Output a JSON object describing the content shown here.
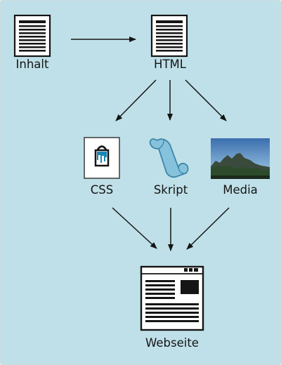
{
  "colors": {
    "background": "#bfe0e8",
    "ink": "#151515",
    "scroll_fill": "#86c2dc",
    "scroll_stroke": "#3d86a9"
  },
  "nodes": {
    "inhalt": {
      "label": "Inhalt",
      "icon": "document-icon"
    },
    "html": {
      "label": "HTML",
      "icon": "document-icon"
    },
    "css": {
      "label": "CSS",
      "icon": "paint-bucket-icon"
    },
    "skript": {
      "label": "Skript",
      "icon": "scroll-icon"
    },
    "media": {
      "label": "Media",
      "icon": "landscape-photo-icon"
    },
    "webseite": {
      "label": "Webseite",
      "icon": "webpage-window-icon"
    }
  }
}
